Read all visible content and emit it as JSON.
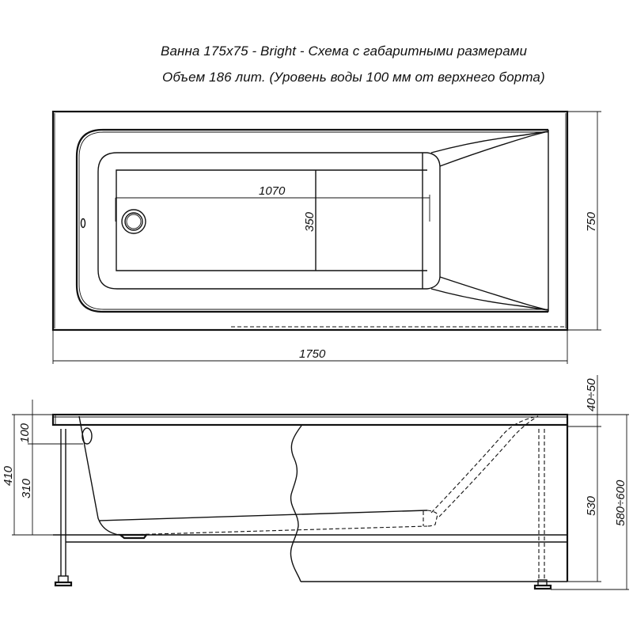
{
  "title": {
    "line1": "Ванна 175х75 - Bright - Схема с габаритными размерами",
    "line2": "Объем 186 лит. (Уровень воды 100 мм от верхнего борта)"
  },
  "top_view": {
    "dimensions": {
      "inner_length": "1070",
      "inner_width": "350",
      "overall_width": "750",
      "overall_length": "1750"
    }
  },
  "side_view": {
    "dimensions": {
      "overflow_to_rim": "100",
      "overflow_to_bottom": "310",
      "depth_total": "410",
      "rim_thickness": "40÷50",
      "leg_height": "530",
      "total_height": "580÷600"
    }
  },
  "colors": {
    "line": "#111111",
    "background": "#ffffff"
  }
}
